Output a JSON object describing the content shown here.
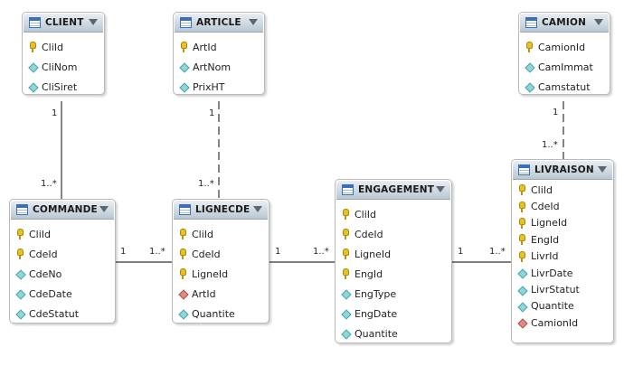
{
  "entities": {
    "client": {
      "title": "CLIENT",
      "attrs": [
        {
          "name": "CliId",
          "kind": "key"
        },
        {
          "name": "CliNom",
          "kind": "column"
        },
        {
          "name": "CliSiret",
          "kind": "column"
        }
      ]
    },
    "article": {
      "title": "ARTICLE",
      "attrs": [
        {
          "name": "ArtId",
          "kind": "key"
        },
        {
          "name": "ArtNom",
          "kind": "column"
        },
        {
          "name": "PrixHT",
          "kind": "column"
        }
      ]
    },
    "camion": {
      "title": "CAMION",
      "attrs": [
        {
          "name": "CamionId",
          "kind": "key"
        },
        {
          "name": "CamImmat",
          "kind": "column"
        },
        {
          "name": "Camstatut",
          "kind": "column"
        }
      ]
    },
    "commande": {
      "title": "COMMANDE",
      "attrs": [
        {
          "name": "CliId",
          "kind": "key"
        },
        {
          "name": "CdeId",
          "kind": "key"
        },
        {
          "name": "CdeNo",
          "kind": "column"
        },
        {
          "name": "CdeDate",
          "kind": "column"
        },
        {
          "name": "CdeStatut",
          "kind": "column"
        }
      ]
    },
    "lignecde": {
      "title": "LIGNECDE",
      "attrs": [
        {
          "name": "CliId",
          "kind": "key"
        },
        {
          "name": "CdeId",
          "kind": "key"
        },
        {
          "name": "LigneId",
          "kind": "key"
        },
        {
          "name": "ArtId",
          "kind": "foreign"
        },
        {
          "name": "Quantite",
          "kind": "column"
        }
      ]
    },
    "engagement": {
      "title": "ENGAGEMENT",
      "attrs": [
        {
          "name": "CliId",
          "kind": "key"
        },
        {
          "name": "CdeId",
          "kind": "key"
        },
        {
          "name": "LigneId",
          "kind": "key"
        },
        {
          "name": "EngId",
          "kind": "key"
        },
        {
          "name": "EngType",
          "kind": "column"
        },
        {
          "name": "EngDate",
          "kind": "column"
        },
        {
          "name": "Quantite",
          "kind": "column"
        }
      ]
    },
    "livraison": {
      "title": "LIVRAISON",
      "attrs": [
        {
          "name": "CliId",
          "kind": "key"
        },
        {
          "name": "CdeId",
          "kind": "key"
        },
        {
          "name": "LigneId",
          "kind": "key"
        },
        {
          "name": "EngId",
          "kind": "key"
        },
        {
          "name": "LivrId",
          "kind": "key"
        },
        {
          "name": "LivrDate",
          "kind": "column"
        },
        {
          "name": "LivrStatut",
          "kind": "column"
        },
        {
          "name": "Quantite",
          "kind": "column"
        },
        {
          "name": "CamionId",
          "kind": "foreign"
        }
      ]
    }
  },
  "relationships": [
    {
      "id": "client-commande",
      "style": "solid",
      "from_label": "1",
      "to_label": "1..*"
    },
    {
      "id": "article-lignecde",
      "style": "dashed",
      "from_label": "1",
      "to_label": "1..*"
    },
    {
      "id": "camion-livraison",
      "style": "dashed",
      "from_label": "1",
      "to_label": "1..*"
    },
    {
      "id": "commande-lignecde",
      "style": "solid",
      "from_label": "1",
      "to_label": "1..*"
    },
    {
      "id": "lignecde-engagement",
      "style": "solid",
      "from_label": "1",
      "to_label": "1..*"
    },
    {
      "id": "engagement-livraison",
      "style": "solid",
      "from_label": "1",
      "to_label": "1..*"
    }
  ],
  "colors": {
    "line": "#333333",
    "header_top": "#e9eef3",
    "header_bottom": "#b9c7d3",
    "key_icon": "#e8c21f",
    "column_icon": "#8fd6d8",
    "foreign_icon": "#e08a85"
  },
  "icons": {
    "table": "table-icon",
    "menu": "dropdown-arrow-icon",
    "key": "primary-key-icon",
    "column": "column-diamond-icon",
    "foreign": "foreign-key-diamond-icon"
  }
}
